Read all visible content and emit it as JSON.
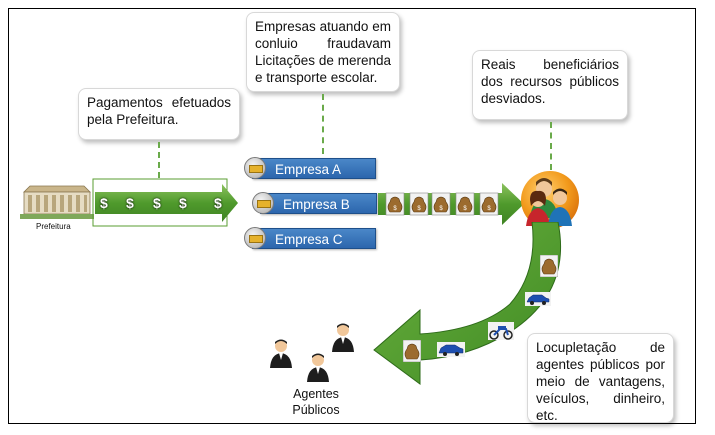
{
  "callouts": {
    "pagamentos": "Pagamentos efetuados pela Prefeitura.",
    "empresas": "Empresas atuando em conluio fraudavam Licitações de merenda e transporte escolar.",
    "reais": "Reais beneficiários dos recursos públicos desviados.",
    "locupletacao": "Locupletação de agentes públicos por meio de vantagens, veículos, dinheiro, etc."
  },
  "labels": {
    "prefeitura": "Prefeitura",
    "agentes": "Agentes\nPúblicos"
  },
  "empresas": [
    "Empresa A",
    "Empresa B",
    "Empresa C"
  ],
  "dollar_symbols": [
    "$",
    "$",
    "$",
    "$",
    "$"
  ],
  "colors": {
    "arrow_green": "#5a9e32",
    "arrow_dark": "#2e6b1a",
    "empresa_blue": "#2c66ad",
    "dash_green": "#6aaa4a"
  },
  "icons": {
    "building": "prefeitura-building-icon",
    "money_bag": "money-bag-icon",
    "car": "car-icon",
    "motorcycle": "motorcycle-icon",
    "people": "people-group-icon",
    "businessman": "businessman-icon"
  }
}
